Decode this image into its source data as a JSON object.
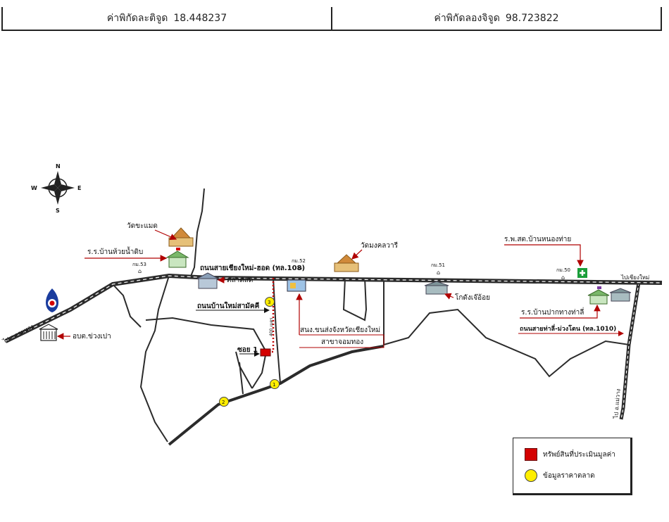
{
  "header": {
    "lat_label": "ค่าพิกัดละติจูด",
    "lat_value": "18.448237",
    "lon_label": "ค่าพิกัดลองจิจูด",
    "lon_value": "98.723822"
  },
  "compass": {
    "n": "N",
    "s": "S",
    "e": "E",
    "w": "W"
  },
  "roads": {
    "main": "ถนนสายเชียงใหม่-ฮอด (ทล.108)",
    "ban_mai": "ถนนบ้านใหม่สามัคคี",
    "soi1": "ซอย 1",
    "tha_li": "ถนนสายท่าลี่-ม่วงโตน (ทล.1010)",
    "red_route": "400 เมตร"
  },
  "directions": {
    "to_chiang_mai": "ไปเชียงใหม่",
    "to_chom_thong": "ไป อ.จอมทอง",
    "to_mae_wang": "ไป อ.แม่วาง"
  },
  "km_markers": [
    "กม.53",
    "กม.52",
    "กม.51",
    "กม.50"
  ],
  "landmarks": {
    "wat_kha_maet": "วัดขะแมด",
    "school_huai_nam_dip": "ร.ร.บ้านห้วยน้ำดิบ",
    "market": "ตลาดสด",
    "wat_mongkhon": "วัดมงคลวารี",
    "transport_office": "สนง.ขนส่งจังหวัดเชียงใหม่",
    "branch": "สาขาจอมทอง",
    "warehouse": "โกดังเจ๊อ้อย",
    "hospital": "ร.พ.สต.บ้านหนองท่าย",
    "school_pak_thang": "ร.ร.บ้านปากทางท่าลี่",
    "sao_khuang_pao": "อบต.ข่วงเปา"
  },
  "market_points": [
    "1",
    "2",
    "3"
  ],
  "legend": {
    "property": "ทรัพย์สินที่ประเมินมูลค่า",
    "market_data": "ข้อมูลราคาตลาด"
  },
  "colors": {
    "road": "#2b2b2b",
    "arrow": "#b10000",
    "property": "#d40000",
    "market": "#ffee00"
  }
}
